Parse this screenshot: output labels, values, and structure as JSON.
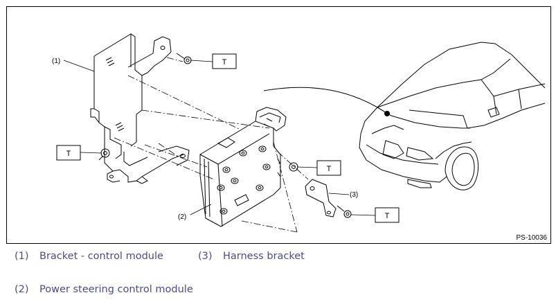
{
  "figure": {
    "code": "PS-10036",
    "callouts": [
      "(1)",
      "(2)",
      "(3)"
    ],
    "torque_label": "T"
  },
  "legend": [
    {
      "num": "(1)",
      "text": "Bracket - control module"
    },
    {
      "num": "(3)",
      "text": "Harness bracket"
    },
    {
      "num": "(2)",
      "text": "Power steering control module"
    }
  ]
}
